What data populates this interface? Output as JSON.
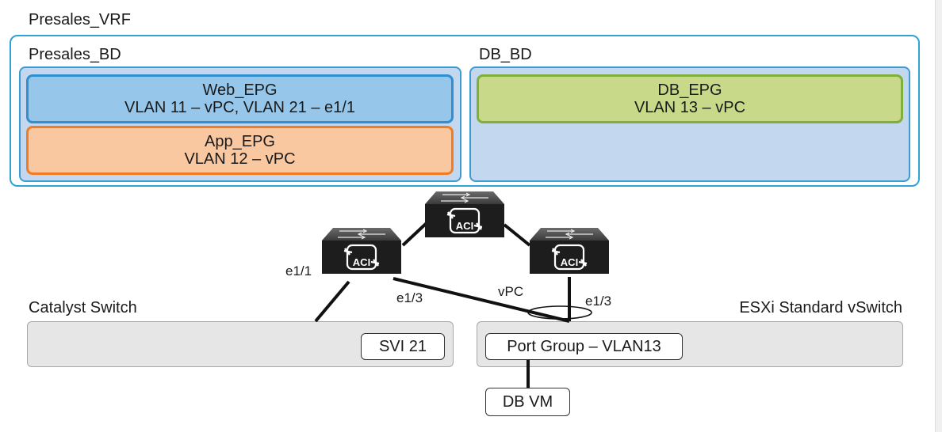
{
  "vrf": {
    "label": "Presales_VRF"
  },
  "presales_bd": {
    "label": "Presales_BD",
    "web_epg": {
      "name": "Web_EPG",
      "vlan": "VLAN 11 – vPC, VLAN 21 – e1/1"
    },
    "app_epg": {
      "name": "App_EPG",
      "vlan": "VLAN 12 – vPC"
    }
  },
  "db_bd": {
    "label": "DB_BD",
    "db_epg": {
      "name": "DB_EPG",
      "vlan": "VLAN 13 – vPC"
    }
  },
  "switches": {
    "icon_text": "ACI"
  },
  "links": {
    "left_e1_1": "e1/1",
    "left_e1_3": "e1/3",
    "vpc": "vPC",
    "right_e1_3": "e1/3"
  },
  "catalyst": {
    "label": "Catalyst Switch",
    "svi": "SVI 21"
  },
  "esxi": {
    "label": "ESXi Standard vSwitch",
    "port_group": "Port Group – VLAN13"
  },
  "db_vm": {
    "label": "DB VM"
  },
  "colors": {
    "vrf_border": "#2ea3d6",
    "bd_fill": "#c3d7ef",
    "web_fill": "#96c7ea",
    "app_fill": "#f9c8a1",
    "db_fill": "#c9d98a",
    "switch_dark": "#1d1d1d"
  }
}
